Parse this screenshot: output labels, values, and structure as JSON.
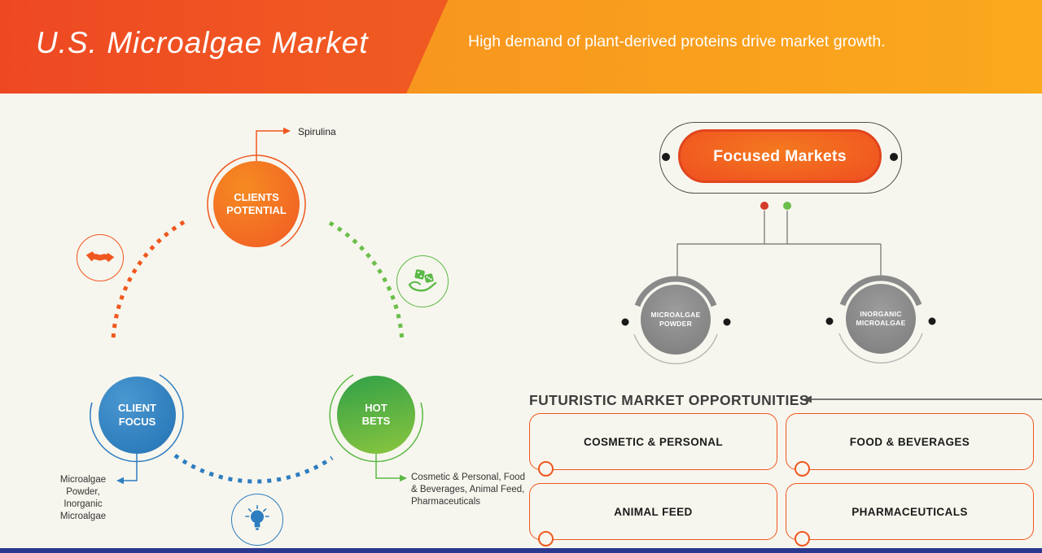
{
  "header": {
    "title": "U.S. Microalgae Market",
    "subtitle": "High demand of plant-derived proteins drive market growth."
  },
  "cycle": {
    "clients_potential": {
      "label": "CLIENTS POTENTIAL",
      "note": "Spirulina"
    },
    "client_focus": {
      "label": "CLIENT FOCUS",
      "note": "Microalgae Powder, Inorganic Microalgae"
    },
    "hot_bets": {
      "label": "HOT BETS",
      "note": "Cosmetic & Personal, Food & Beverages, Animal Feed, Pharmaceuticals"
    }
  },
  "focused_markets": {
    "title": "Focused Markets",
    "children": [
      {
        "label": "MICROALGAE POWDER"
      },
      {
        "label": "INORGANIC MICROALGAE"
      }
    ]
  },
  "opportunities": {
    "title": "FUTURISTIC MARKET OPPORTUNITIES",
    "items": [
      "COSMETIC & PERSONAL",
      "FOOD & BEVERAGES",
      "ANIMAL FEED",
      "PHARMACEUTICALS"
    ]
  },
  "icons": {
    "handshake": "handshake-icon",
    "dice_hand": "dice-in-hand-icon",
    "lightbulb": "lightbulb-icon"
  },
  "colors": {
    "orange": "#f0571f",
    "orange_deep": "#ee4823",
    "blue": "#2e7dc0",
    "green": "#5cb946",
    "gray": "#8c8c8c",
    "navy": "#2b3990",
    "background": "#f7f6ee"
  }
}
